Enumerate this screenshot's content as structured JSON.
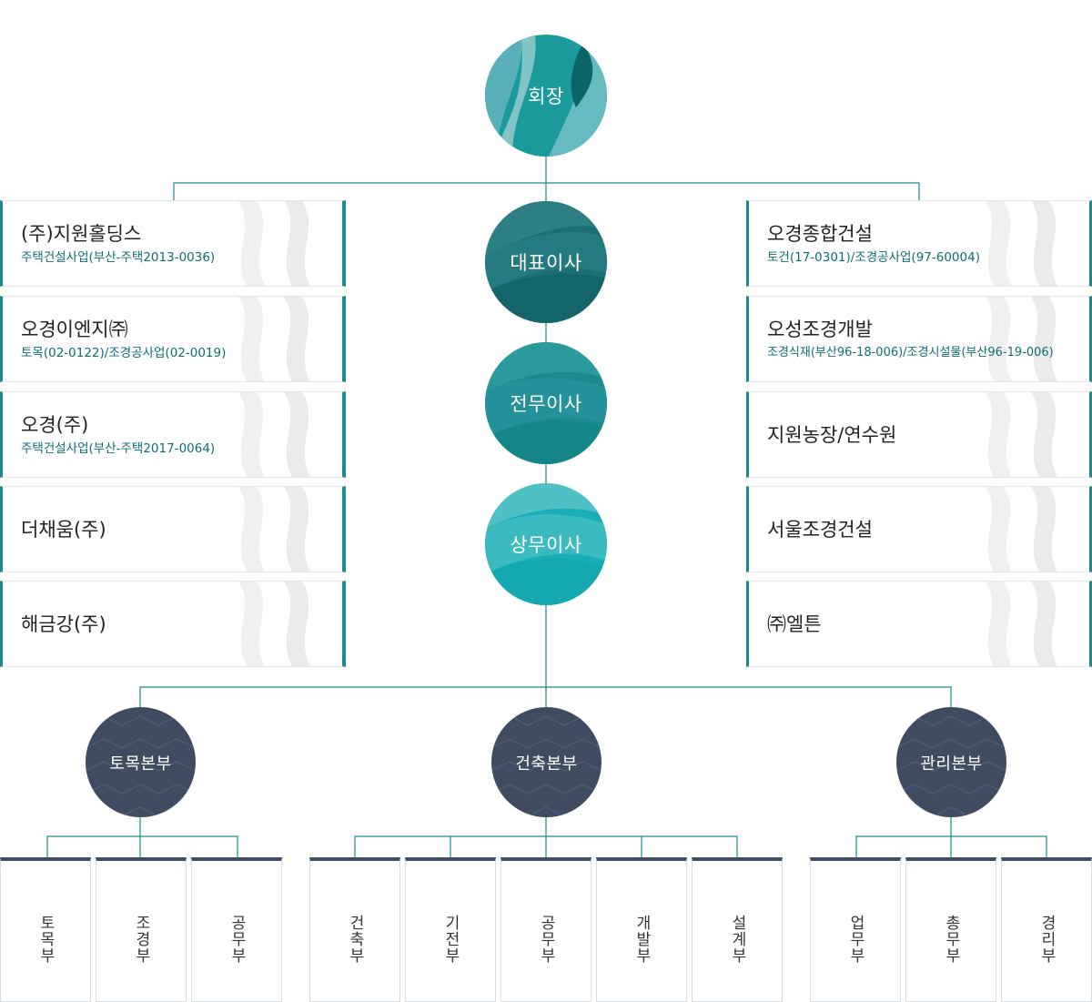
{
  "colors": {
    "line": "#1c8b8f",
    "navy": "#3f4b61",
    "dept_border": "#414d63",
    "subtext": "#0d6e72"
  },
  "executives": {
    "chairman": "회장",
    "ceo": "대표이사",
    "senior_md": "전무이사",
    "md": "상무이사"
  },
  "left_companies": [
    {
      "name": "(주)지원홀딩스",
      "sub": "주택건설사업(부산-주택2013-0036)"
    },
    {
      "name": "오경이엔지㈜",
      "sub": "토목(02-0122)/조경공사업(02-0019)"
    },
    {
      "name": "오경(주)",
      "sub": "주택건설사업(부산-주택2017-0064)"
    },
    {
      "name": "더채움(주)",
      "sub": ""
    },
    {
      "name": "해금강(주)",
      "sub": ""
    }
  ],
  "right_companies": [
    {
      "name": "오경종합건설",
      "sub": "토건(17-0301)/조경공사업(97-60004)"
    },
    {
      "name": "오성조경개발",
      "sub": "조경식재(부산96-18-006)/조경시설물(부산96-19-006)"
    },
    {
      "name": "지원농장/연수원",
      "sub": ""
    },
    {
      "name": "서울조경건설",
      "sub": ""
    },
    {
      "name": "㈜엘튼",
      "sub": ""
    }
  ],
  "divisions": [
    {
      "name": "토목본부",
      "departments": [
        "토목부",
        "조경부",
        "공무부"
      ]
    },
    {
      "name": "건축본부",
      "departments": [
        "건축부",
        "기전부",
        "공무부",
        "개발부",
        "설계부"
      ]
    },
    {
      "name": "관리본부",
      "departments": [
        "업무부",
        "총무부",
        "경리부"
      ]
    }
  ]
}
